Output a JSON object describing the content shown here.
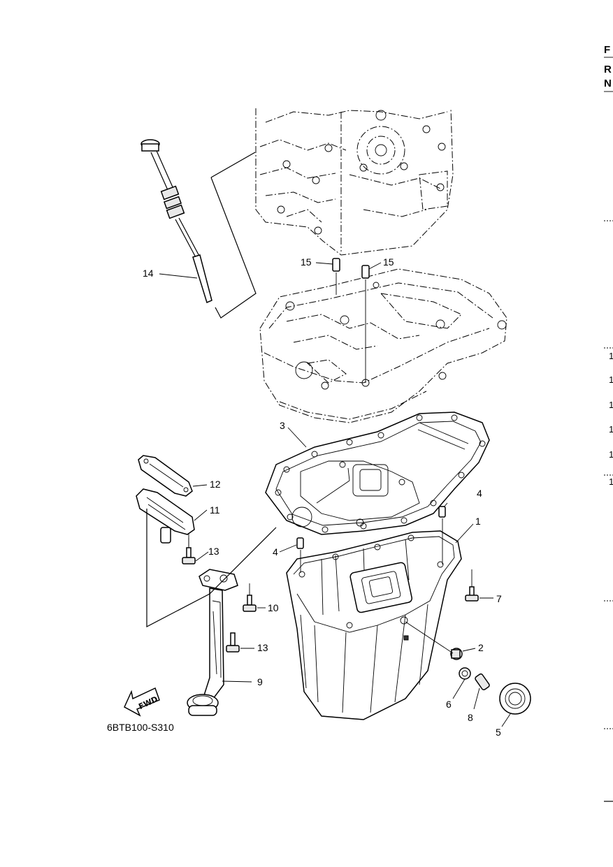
{
  "diagram": {
    "drawing_code": "6BTB100-S310",
    "fwd_label": "FWD",
    "callouts": [
      "1",
      "2",
      "3",
      "4",
      "4",
      "5",
      "6",
      "7",
      "8",
      "9",
      "10",
      "11",
      "12",
      "13",
      "13",
      "14",
      "15",
      "15"
    ]
  },
  "right_edge": {
    "letters": [
      "F",
      "R",
      "N"
    ],
    "numbers": [
      "1",
      "1",
      "1",
      "1",
      "1",
      "1"
    ]
  }
}
